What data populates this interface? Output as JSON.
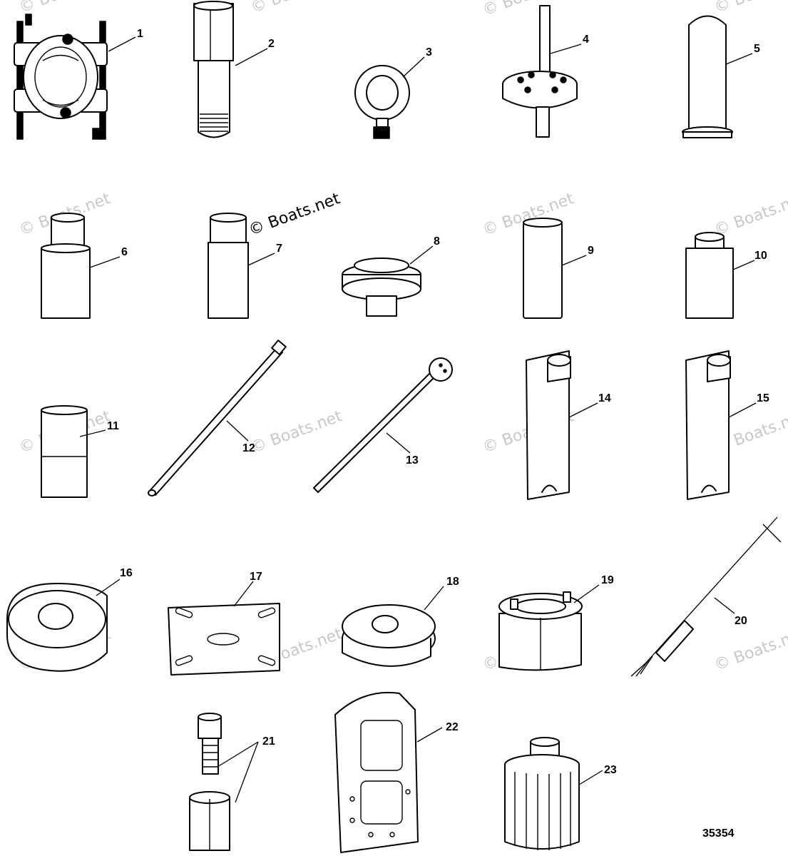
{
  "watermark": {
    "text": "© Boats.net",
    "color": "#c8c8c8"
  },
  "figure_number": "35354",
  "callouts": [
    "1",
    "2",
    "3",
    "4",
    "5",
    "6",
    "7",
    "8",
    "9",
    "10",
    "11",
    "12",
    "13",
    "14",
    "15",
    "16",
    "17",
    "18",
    "19",
    "20",
    "21",
    "22",
    "23"
  ]
}
